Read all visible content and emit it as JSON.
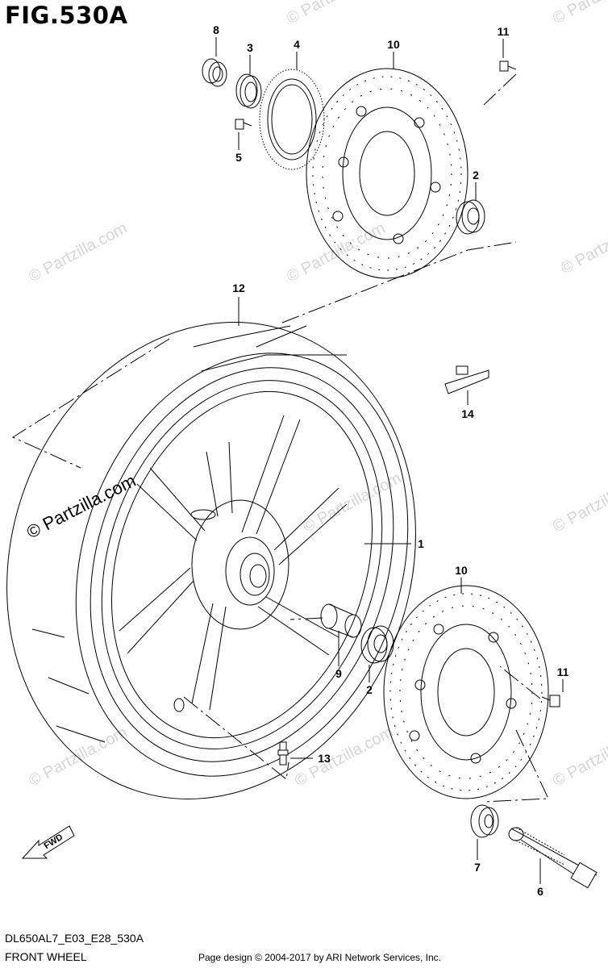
{
  "figure": {
    "title": "FIG.530A",
    "code": "DL650AL7_E03_E28_530A",
    "caption": "FRONT WHEEL",
    "credit": "Page design © 2004-2017 by ARI Network Services, Inc.",
    "direction_label": "FWD"
  },
  "watermark": {
    "main": "© Partzilla.com",
    "small": "© Partzilla"
  },
  "callouts": {
    "c1": "1",
    "c2a": "2",
    "c2b": "2",
    "c3": "3",
    "c4": "4",
    "c5": "5",
    "c6": "6",
    "c7": "7",
    "c8": "8",
    "c9": "9",
    "c10a": "10",
    "c10b": "10",
    "c11a": "11",
    "c11b": "11",
    "c12": "12",
    "c13": "13",
    "c14": "14"
  },
  "colors": {
    "line": "#000000",
    "watermark": "#d6d6d6",
    "background": "#ffffff"
  }
}
